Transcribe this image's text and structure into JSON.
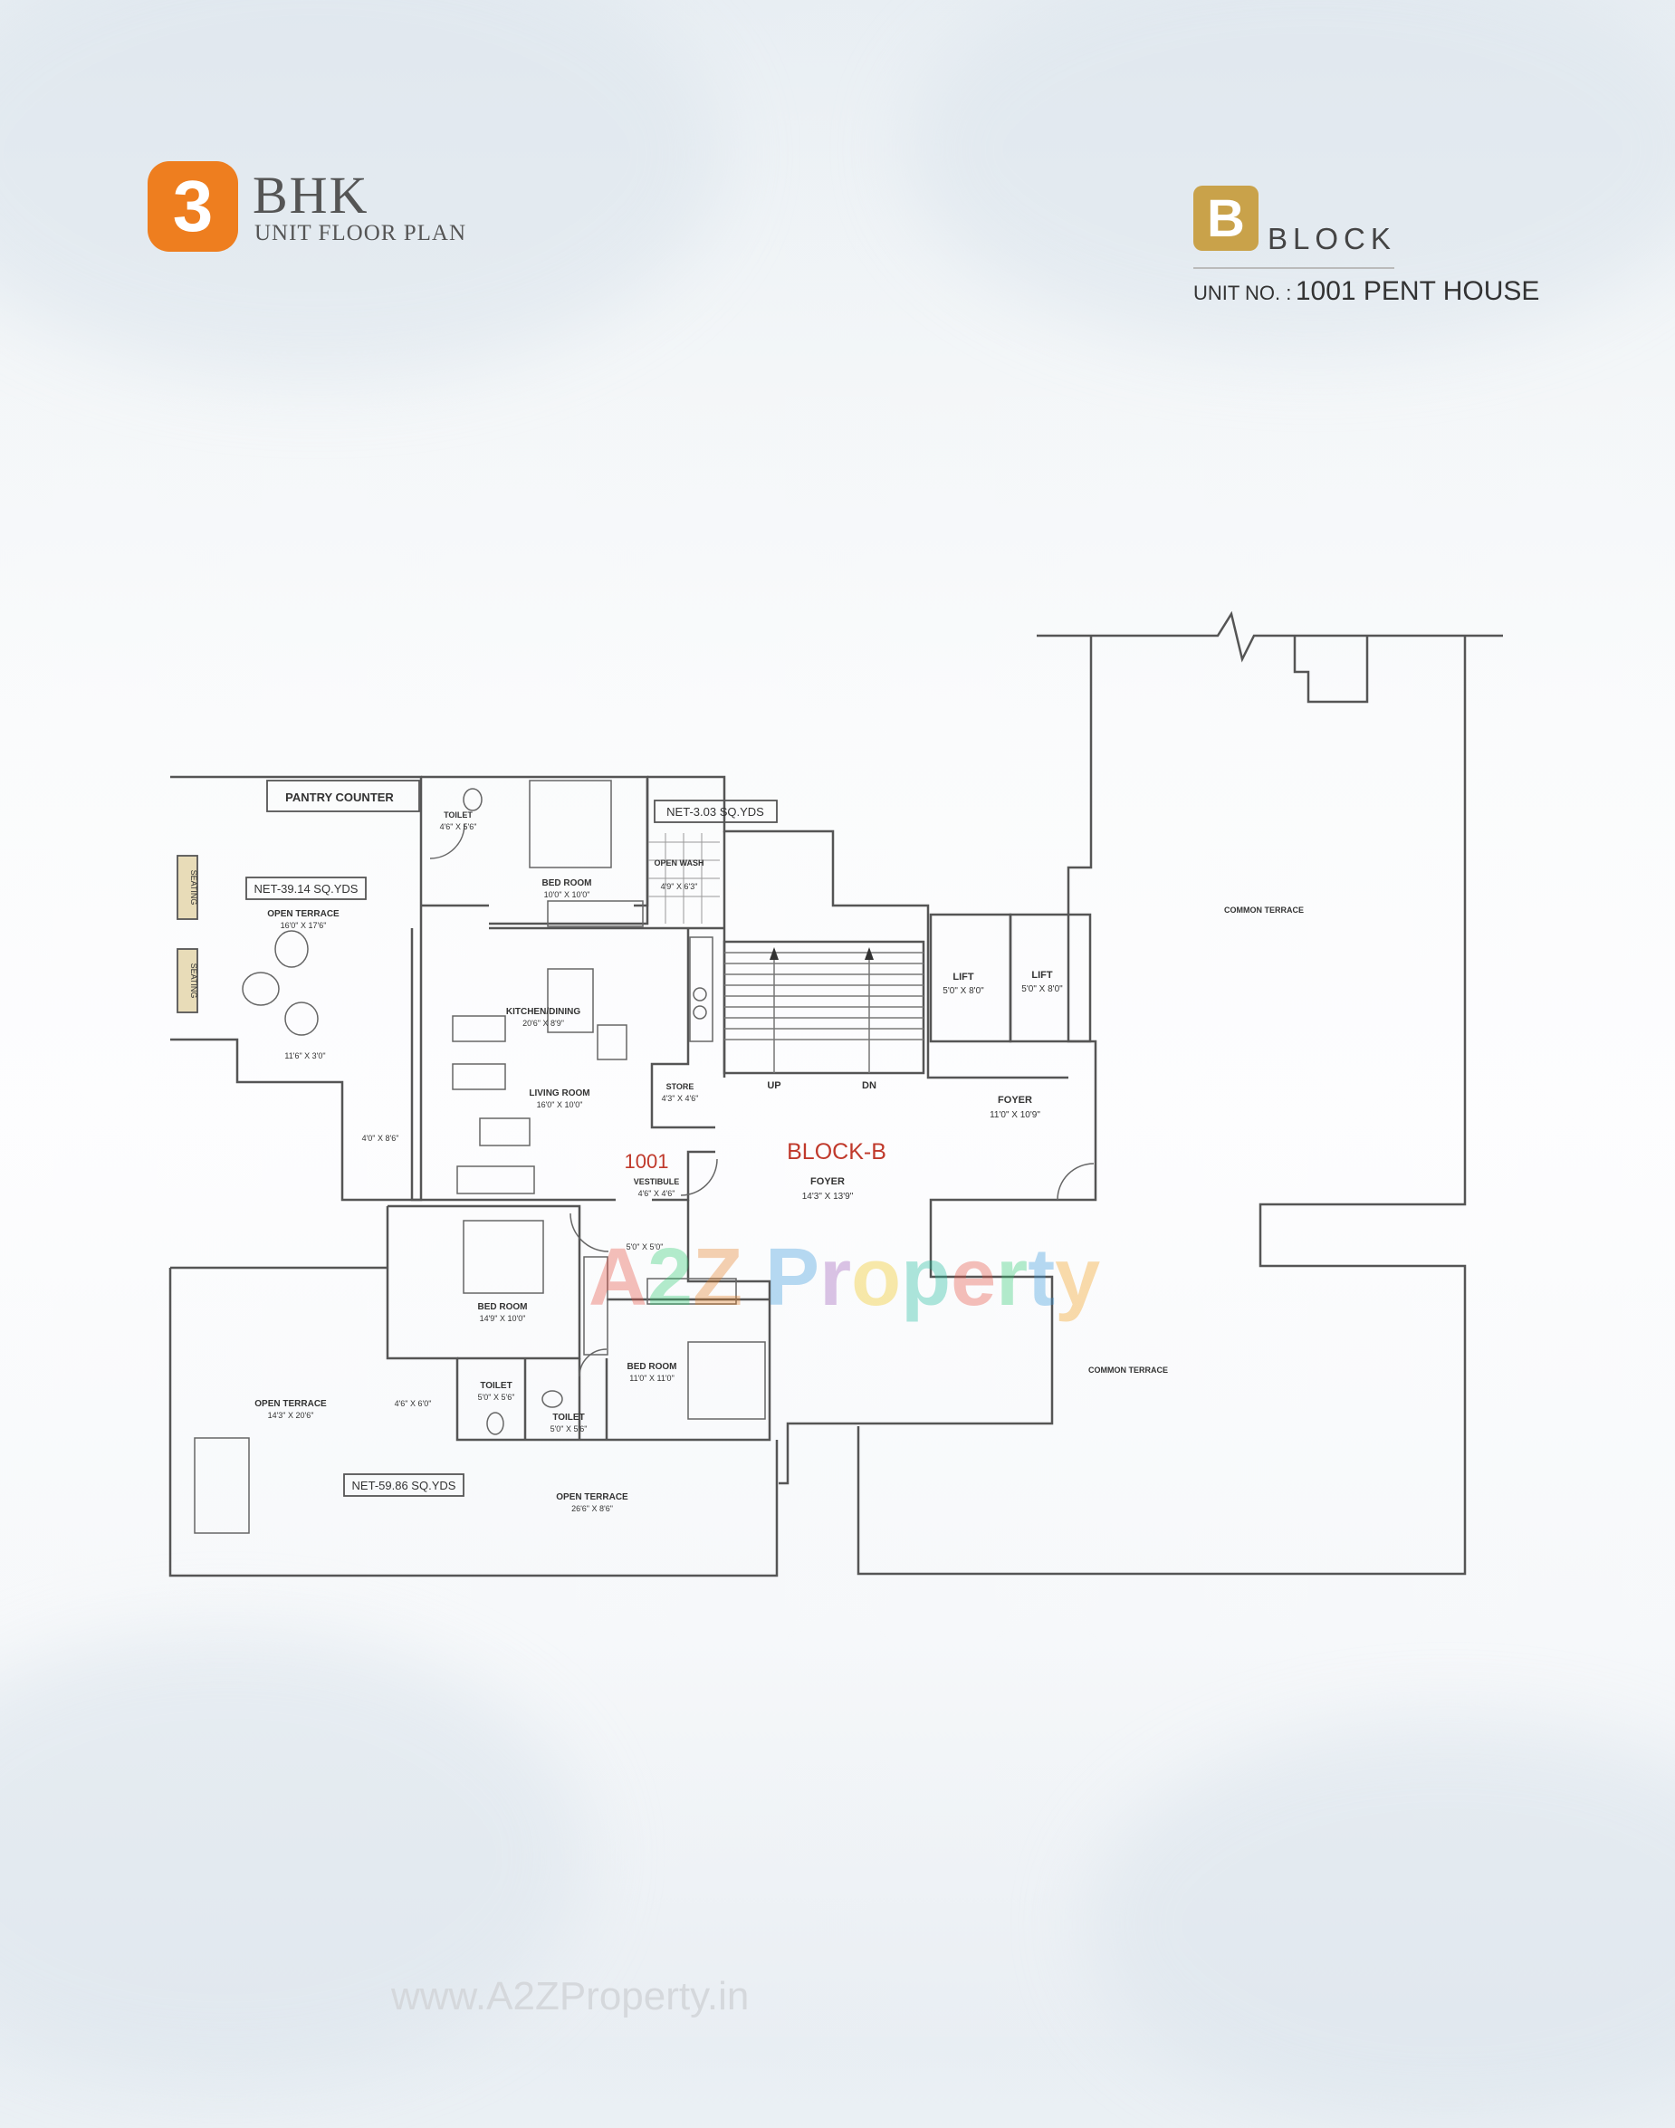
{
  "header": {
    "bedroom_count": "3",
    "bhk": "BHK",
    "subtitle": "UNIT FLOOR PLAN",
    "block_letter": "B",
    "block_word": "BLOCK",
    "unit_label": "UNIT NO. :",
    "unit_value": "1001 PENT HOUSE"
  },
  "plan": {
    "pantry_counter": "PANTRY COUNTER",
    "seating_1": "SEATING",
    "seating_2": "SEATING",
    "net_terrace_1": "NET-39.14 SQ.YDS",
    "open_terrace_1": "OPEN TERRACE",
    "open_terrace_1_size": "16'0\" X 17'6\"",
    "terrace_1_ext_size": "11'6\" X 3'0\"",
    "side_size": "4'0\" X 8'6\"",
    "toilet_1": "TOILET",
    "toilet_1_size": "4'6\" X 5'6\"",
    "bedroom_1": "BED ROOM",
    "bedroom_1_size": "10'0\" X 10'0\"",
    "net_wash": "NET-3.03 SQ.YDS",
    "open_wash": "OPEN WASH",
    "open_wash_size": "4'9\" X 6'3\"",
    "kitchen": "KITCHEN/DINING",
    "kitchen_size": "20'6\" X 8'9\"",
    "living": "LIVING ROOM",
    "living_size": "16'0\" X 10'0\"",
    "store": "STORE",
    "store_size": "4'3\" X 4'6\"",
    "unit_no": "1001",
    "vestibule": "VESTIBULE",
    "vestibule_size": "4'6\" X 4'6\"",
    "up": "UP",
    "dn": "DN",
    "lift_1": "LIFT",
    "lift_1_size": "5'0\" X 8'0\"",
    "lift_2": "LIFT",
    "lift_2_size": "5'0\" X 8'0\"",
    "foyer_1": "FOYER",
    "foyer_1_size": "11'0\" X 10'9\"",
    "block_b": "BLOCK-B",
    "foyer_2": "FOYER",
    "foyer_2_size": "14'3\" X 13'9\"",
    "common_terrace_1": "COMMON TERRACE",
    "common_terrace_2": "COMMON TERRACE",
    "passage_size": "5'0\" X 5'0\"",
    "bedroom_2": "BED ROOM",
    "bedroom_2_size": "14'9\" X 10'0\"",
    "bedroom_3": "BED ROOM",
    "bedroom_3_size": "11'0\" X 11'0\"",
    "toilet_2": "TOILET",
    "toilet_2_size": "5'0\" X 5'6\"",
    "toilet_3": "TOILET",
    "toilet_3_size": "5'0\" X 5'6\"",
    "open_terrace_2": "OPEN TERRACE",
    "open_terrace_2_size": "14'3\" X 20'6\"",
    "terrace_2_side": "4'6\" X 6'0\"",
    "net_terrace_2": "NET-59.86 SQ.YDS",
    "open_terrace_3": "OPEN TERRACE",
    "open_terrace_3_size": "26'6\" X 8'6\""
  },
  "watermark": "A2Z Property",
  "footer": "www.A2ZProperty.in",
  "colors": {
    "orange_badge": "#ee7e1f",
    "gold_badge": "#c9a24a",
    "line": "#555555",
    "red_text": "#c0392b"
  }
}
